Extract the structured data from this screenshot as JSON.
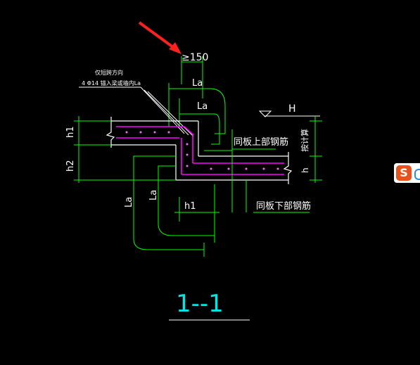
{
  "drawing": {
    "section_title": "1--1",
    "spacing_label": "≥150",
    "anchor_note_line1": "仅短跨方向",
    "anchor_note_line2": "4 Φ14 锚入梁或墙内La",
    "la_top_1": "La",
    "la_top_2": "La",
    "level_label": "H",
    "top_rebar_note": "同板上部钢筋",
    "bottom_rebar_note": "同板下部钢筋",
    "right_dim_label": "按计算",
    "h_label": "h",
    "h1_left": "h1",
    "h2_left": "h2",
    "la_vert_1": "La",
    "la_vert_2": "La",
    "h1_bottom": "h1"
  },
  "colors": {
    "background": "#000000",
    "dimension_lines": "#00ff00",
    "concrete_outline": "#ffffff",
    "rebar": "#ff00ff",
    "leader": "#ffffff",
    "title": "#00e5e5",
    "arrow": "#ff2020"
  },
  "ime": {
    "logo": "S"
  }
}
